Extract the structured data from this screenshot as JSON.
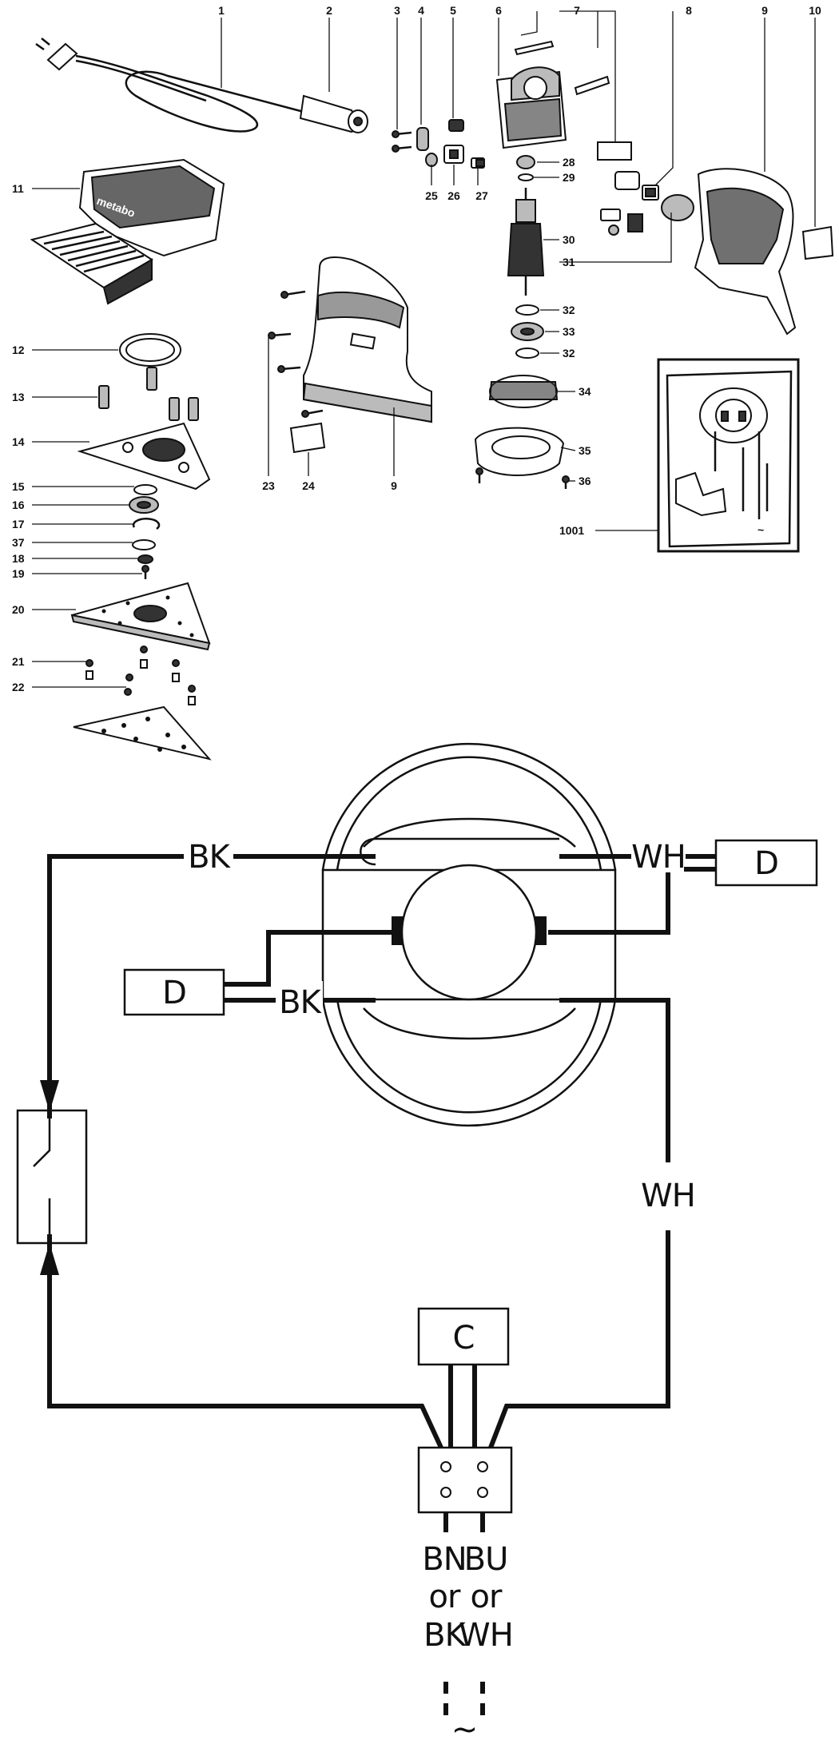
{
  "exploded_view": {
    "callouts": [
      {
        "id": "c1",
        "label": "1"
      },
      {
        "id": "c2",
        "label": "2"
      },
      {
        "id": "c3",
        "label": "3"
      },
      {
        "id": "c4",
        "label": "4"
      },
      {
        "id": "c5",
        "label": "5"
      },
      {
        "id": "c6",
        "label": "6"
      },
      {
        "id": "c7",
        "label": "7"
      },
      {
        "id": "c8",
        "label": "8"
      },
      {
        "id": "c9a",
        "label": "9"
      },
      {
        "id": "c10",
        "label": "10"
      },
      {
        "id": "c11",
        "label": "11"
      },
      {
        "id": "c12",
        "label": "12"
      },
      {
        "id": "c13",
        "label": "13"
      },
      {
        "id": "c14",
        "label": "14"
      },
      {
        "id": "c15",
        "label": "15"
      },
      {
        "id": "c16",
        "label": "16"
      },
      {
        "id": "c17",
        "label": "17"
      },
      {
        "id": "c37",
        "label": "37"
      },
      {
        "id": "c18",
        "label": "18"
      },
      {
        "id": "c19",
        "label": "19"
      },
      {
        "id": "c20",
        "label": "20"
      },
      {
        "id": "c21",
        "label": "21"
      },
      {
        "id": "c22",
        "label": "22"
      },
      {
        "id": "c23",
        "label": "23"
      },
      {
        "id": "c24",
        "label": "24"
      },
      {
        "id": "c9b",
        "label": "9"
      },
      {
        "id": "c25",
        "label": "25"
      },
      {
        "id": "c26",
        "label": "26"
      },
      {
        "id": "c27",
        "label": "27"
      },
      {
        "id": "c28",
        "label": "28"
      },
      {
        "id": "c29",
        "label": "29"
      },
      {
        "id": "c30",
        "label": "30"
      },
      {
        "id": "c31",
        "label": "31"
      },
      {
        "id": "c32a",
        "label": "32"
      },
      {
        "id": "c33",
        "label": "33"
      },
      {
        "id": "c32b",
        "label": "32"
      },
      {
        "id": "c34",
        "label": "34"
      },
      {
        "id": "c35",
        "label": "35"
      },
      {
        "id": "c36",
        "label": "36"
      },
      {
        "id": "c1001",
        "label": "1001"
      }
    ],
    "brand_mark": "metabo"
  },
  "wiring": {
    "wire_top_left": "BK",
    "wire_top_right": "WH",
    "wire_mid_left": "BK",
    "wire_right_vertical": "WH",
    "suppressor_right": "D",
    "suppressor_left": "D",
    "capacitor": "C",
    "terminal_left_lines": [
      "BN",
      "or",
      "BK"
    ],
    "terminal_right_lines": [
      "BU",
      "or",
      "WH"
    ],
    "ac_symbol": "~"
  }
}
